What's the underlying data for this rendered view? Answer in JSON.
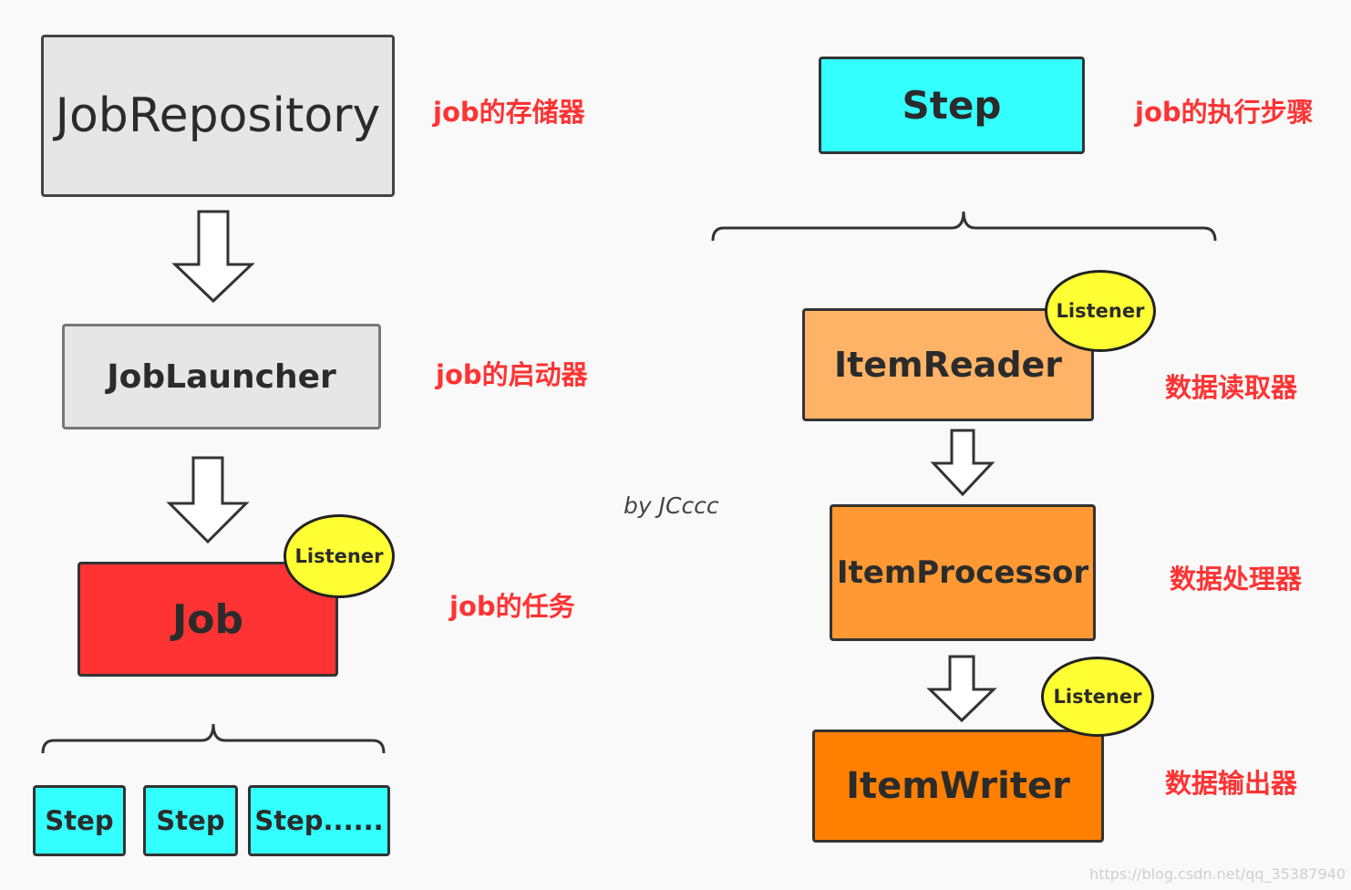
{
  "left": {
    "job_repository": {
      "text": "JobRepository",
      "label": "job的存储器",
      "color": "#e6e6e6"
    },
    "job_launcher": {
      "text": "JobLauncher",
      "label": "job的启动器",
      "color": "#e6e6e6"
    },
    "job": {
      "text": "Job",
      "label": "job的任务",
      "color": "#ff3333",
      "listener": "Listener"
    },
    "steps": [
      "Step",
      "Step",
      "Step......"
    ]
  },
  "right": {
    "step": {
      "text": "Step",
      "label": "job的执行步骤",
      "color": "#33ffff"
    },
    "item_reader": {
      "text": "ItemReader",
      "label": "数据读取器",
      "color": "#ffb366",
      "listener": "Listener"
    },
    "item_processor": {
      "text": "ItemProcessor",
      "label": "数据处理器",
      "color": "#ff9933"
    },
    "item_writer": {
      "text": "ItemWriter",
      "label": "数据输出器",
      "color": "#ff8000",
      "listener": "Listener"
    }
  },
  "author": "by JCccc",
  "watermark": "https://blog.csdn.net/qq_35387940",
  "colors": {
    "label_red": "#ff3333",
    "listener_yellow": "#ffff33",
    "step_cyan": "#33ffff"
  }
}
